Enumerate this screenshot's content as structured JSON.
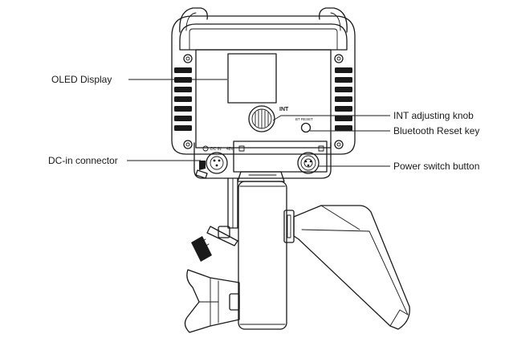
{
  "labels": {
    "oled_display": "OLED Display",
    "dc_in_connector": "DC-in connector",
    "int_knob": "INT adjusting knob",
    "bluetooth_reset": "Bluetooth Reset key",
    "power_switch": "Power switch button"
  },
  "device_markings": {
    "int": "INT",
    "bt_reset": "BT RESET",
    "dc_in": "DC IN",
    "voltage": "48V"
  }
}
